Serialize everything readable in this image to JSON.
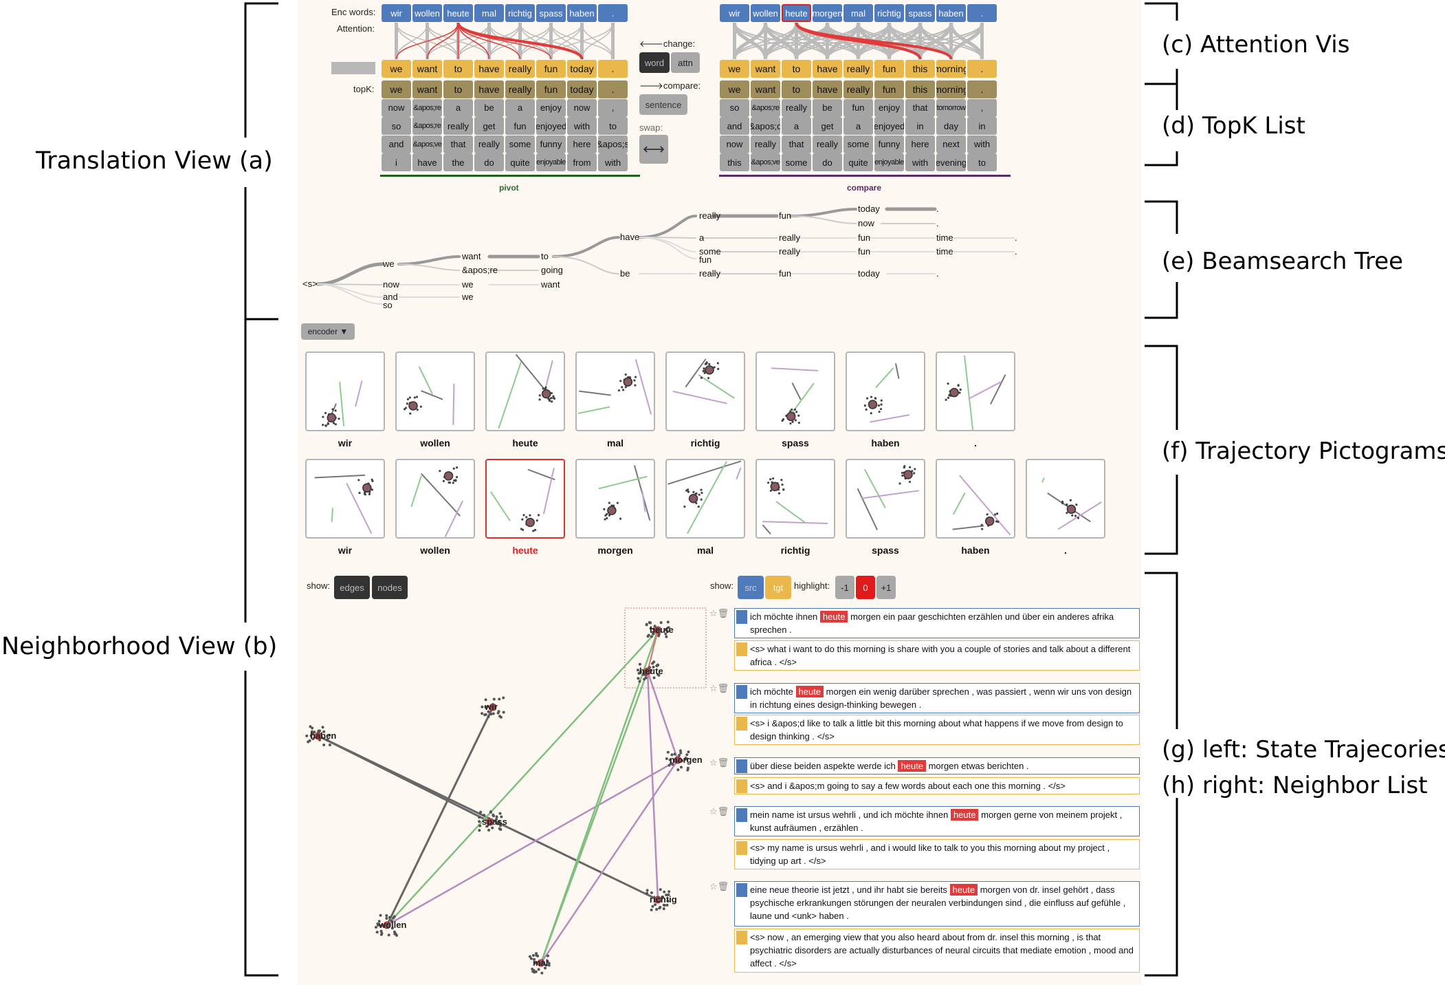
{
  "annotations": {
    "translation_view": "Translation View (a)",
    "neighborhood_view": "Neighborhood View (b)",
    "attention_vis": "(c) Attention Vis",
    "topk_list": "(d) TopK List",
    "beamsearch_tree": "(e) Beamsearch Tree",
    "trajectory_pictograms": "(f) Trajectory Pictograms",
    "state_trajectories": "(g) left: State Trajecories",
    "neighbor_list": "(h) right: Neighbor List"
  },
  "translation": {
    "enc_words_label": "Enc words:",
    "attention_label": "Attention:",
    "topk_label": "topK:",
    "pivot": {
      "enc": [
        "wir",
        "wollen",
        "heute",
        "mal",
        "richtig",
        "spass",
        "haben",
        "."
      ],
      "dec": [
        "we",
        "want",
        "to",
        "have",
        "really",
        "fun",
        "today",
        "."
      ],
      "topk": [
        [
          "we",
          "want",
          "to",
          "have",
          "really",
          "fun",
          "today",
          "."
        ],
        [
          "now",
          "&apos;re",
          "a",
          "be",
          "a",
          "enjoy",
          "now",
          ","
        ],
        [
          "so",
          "&apos;re",
          "really",
          "get",
          "fun",
          "enjoyed",
          "with",
          "to"
        ],
        [
          "and",
          "&apos;ve",
          "that",
          "really",
          "some",
          "funny",
          "here",
          "&apos;s"
        ],
        [
          "i",
          "have",
          "the",
          "do",
          "quite",
          "enjoyable",
          "from",
          "with"
        ]
      ],
      "caption": "pivot"
    },
    "compare": {
      "enc": [
        "wir",
        "wollen",
        "heute",
        "morgen",
        "mal",
        "richtig",
        "spass",
        "haben",
        "."
      ],
      "dec": [
        "we",
        "want",
        "to",
        "have",
        "really",
        "fun",
        "this",
        "morning",
        "."
      ],
      "topk": [
        [
          "we",
          "want",
          "to",
          "have",
          "really",
          "fun",
          "this",
          "morning",
          "."
        ],
        [
          "so",
          "&apos;re",
          "really",
          "be",
          "fun",
          "enjoy",
          "that",
          "tomorrow",
          ","
        ],
        [
          "and",
          "&apos;d",
          "a",
          "get",
          "a",
          "enjoyed",
          "in",
          "day",
          "in"
        ],
        [
          "now",
          "really",
          "that",
          "really",
          "some",
          "funny",
          "here",
          "next",
          "with"
        ],
        [
          "this",
          "&apos;ve",
          "some",
          "do",
          "quite",
          "enjoyable",
          "with",
          "evening",
          "to"
        ]
      ],
      "caption": "compare"
    },
    "controls": {
      "change_label": "change:",
      "word": "word",
      "attn": "attn",
      "compare_label": "compare:",
      "sentence": "sentence",
      "swap_label": "swap:",
      "swap_icon": "⟷"
    }
  },
  "beam_tree": {
    "words": [
      "<s>",
      "we",
      "now",
      "and",
      "so",
      "want",
      "&apos;re",
      "we",
      "we",
      "to",
      "going",
      "want",
      "have",
      "be",
      "really",
      "a",
      "some",
      "fun",
      "really",
      "fun",
      "really",
      "really",
      "fun",
      "today",
      "now",
      "fun",
      "fun",
      "today",
      ".",
      ".",
      "time",
      "time",
      ".",
      ".",
      "."
    ]
  },
  "encoder_dropdown": "encoder ▼",
  "pictograms": {
    "row1": [
      "wir",
      "wollen",
      "heute",
      "mal",
      "richtig",
      "spass",
      "haben",
      "."
    ],
    "row2": [
      "wir",
      "wollen",
      "heute",
      "morgen",
      "mal",
      "richtig",
      "spass",
      "haben",
      "."
    ],
    "selected": "heute"
  },
  "neighborhood": {
    "show_label": "show:",
    "edges": "edges",
    "nodes": "nodes",
    "scatter_labels": [
      "heute",
      "heute",
      "wir",
      "haben",
      "morgen",
      "spass",
      "richtig",
      "wollen",
      "mal"
    ]
  },
  "neighbors": {
    "show_label": "show:",
    "src": "src",
    "tgt": "tgt",
    "highlight_label": "highlight:",
    "minus": "-1",
    "zero": "0",
    "plus": "+1",
    "items": [
      {
        "src_pre": "ich möchte ihnen",
        "word": "heute",
        "src_post": "morgen ein paar geschichten erzählen und über ein anderes afrika sprechen .",
        "tgt": "<s> what i want to do this morning is share with you a couple of stories and talk about a different africa . </s>"
      },
      {
        "src_pre": "ich möchte",
        "word": "heute",
        "src_post": "morgen ein wenig darüber sprechen , was passiert , wenn wir uns von design in richtung eines design-thinking bewegen .",
        "tgt": "<s> i &apos;d like to talk a little bit this morning about what happens if we move from design to design thinking . </s>"
      },
      {
        "src_pre": "über diese beiden aspekte werde ich",
        "word": "heute",
        "src_post": "morgen etwas berichten .",
        "tgt": "<s> and i &apos;m going to say a few words about each one this morning . </s>"
      },
      {
        "src_pre": "mein name ist ursus wehrli , und ich möchte ihnen",
        "word": "heute",
        "src_post": "morgen gerne von meinem projekt , kunst aufräumen , erzählen .",
        "tgt": "<s> my name is ursus wehrli , and i would like to talk to you this morning about my project , tidying up art . </s>"
      },
      {
        "src_pre": "eine neue theorie ist jetzt , und ihr habt sie bereits",
        "word": "heute",
        "src_post": "morgen von dr. insel gehört , dass psychische erkrankungen störungen der neuralen verbindungen sind , die einfluss auf gefühle , laune und <unk> haben .",
        "tgt": "<s> now , an emerging view that you also heard about from dr. insel this morning , is that psychiatric disorders are actually disturbances of neural circuits that mediate emotion , mood and affect . </s>"
      }
    ]
  },
  "colors": {
    "enc": "#4f7bbd",
    "dec": "#eab84a",
    "topk": "#a08d5c",
    "highlight": "#e03a3a",
    "green_line": "#7fbf7f",
    "purple_line": "#b48cc0",
    "pivot_line": "#1e5e1e",
    "compare_line": "#5a2a6a"
  }
}
